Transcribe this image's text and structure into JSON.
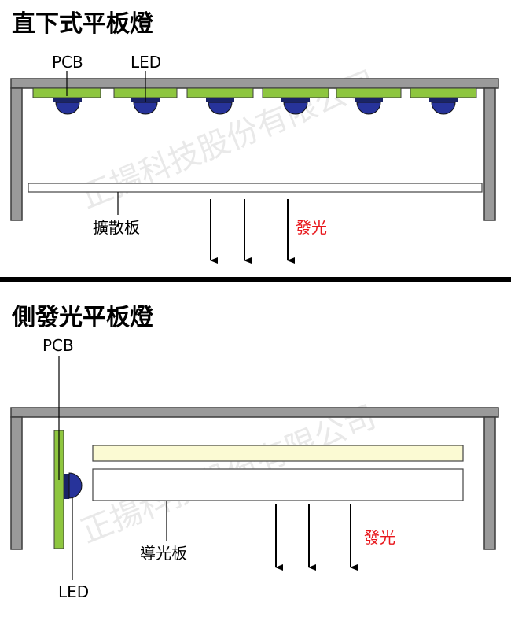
{
  "colors": {
    "frame_fill": "#9a9a9a",
    "frame_stroke": "#3c3c3c",
    "pcb_green": "#8ec63f",
    "led_blue": "#27339a",
    "light_text": "#e8161b",
    "guide_plate_top": "#fbfad3"
  },
  "watermark": "正揚科技股份有限公司",
  "top_section": {
    "title": "直下式平板燈",
    "pcb_label": "PCB",
    "led_label": "LED",
    "diffuser_label": "擴散板",
    "light_label": "發光"
  },
  "bottom_section": {
    "title": "側發光平板燈",
    "pcb_label": "PCB",
    "led_label": "LED",
    "light_guide_label": "導光板",
    "light_label": "發光"
  }
}
